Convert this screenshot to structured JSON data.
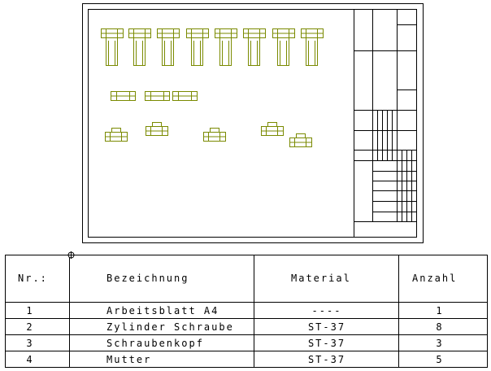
{
  "colors": {
    "part_stroke": "#7a8a00",
    "line": "#000000",
    "background": "#ffffff"
  },
  "bom": {
    "headers": {
      "nr": "Nr.:",
      "bezeichnung": "Bezeichnung",
      "material": "Material",
      "anzahl": "Anzahl"
    },
    "rows": [
      {
        "nr": "1",
        "bezeichnung": "Arbeitsblatt A4",
        "material": "----",
        "anzahl": "1"
      },
      {
        "nr": "2",
        "bezeichnung": "Zylinder Schraube",
        "material": "ST-37",
        "anzahl": "8"
      },
      {
        "nr": "3",
        "bezeichnung": "Schraubenkopf",
        "material": "ST-37",
        "anzahl": "3"
      },
      {
        "nr": "4",
        "bezeichnung": "Mutter",
        "material": "ST-37",
        "anzahl": "5"
      }
    ]
  },
  "parts": {
    "bolts": {
      "count": 8
    },
    "heads": {
      "count": 3
    },
    "nuts": {
      "count": 5
    }
  }
}
